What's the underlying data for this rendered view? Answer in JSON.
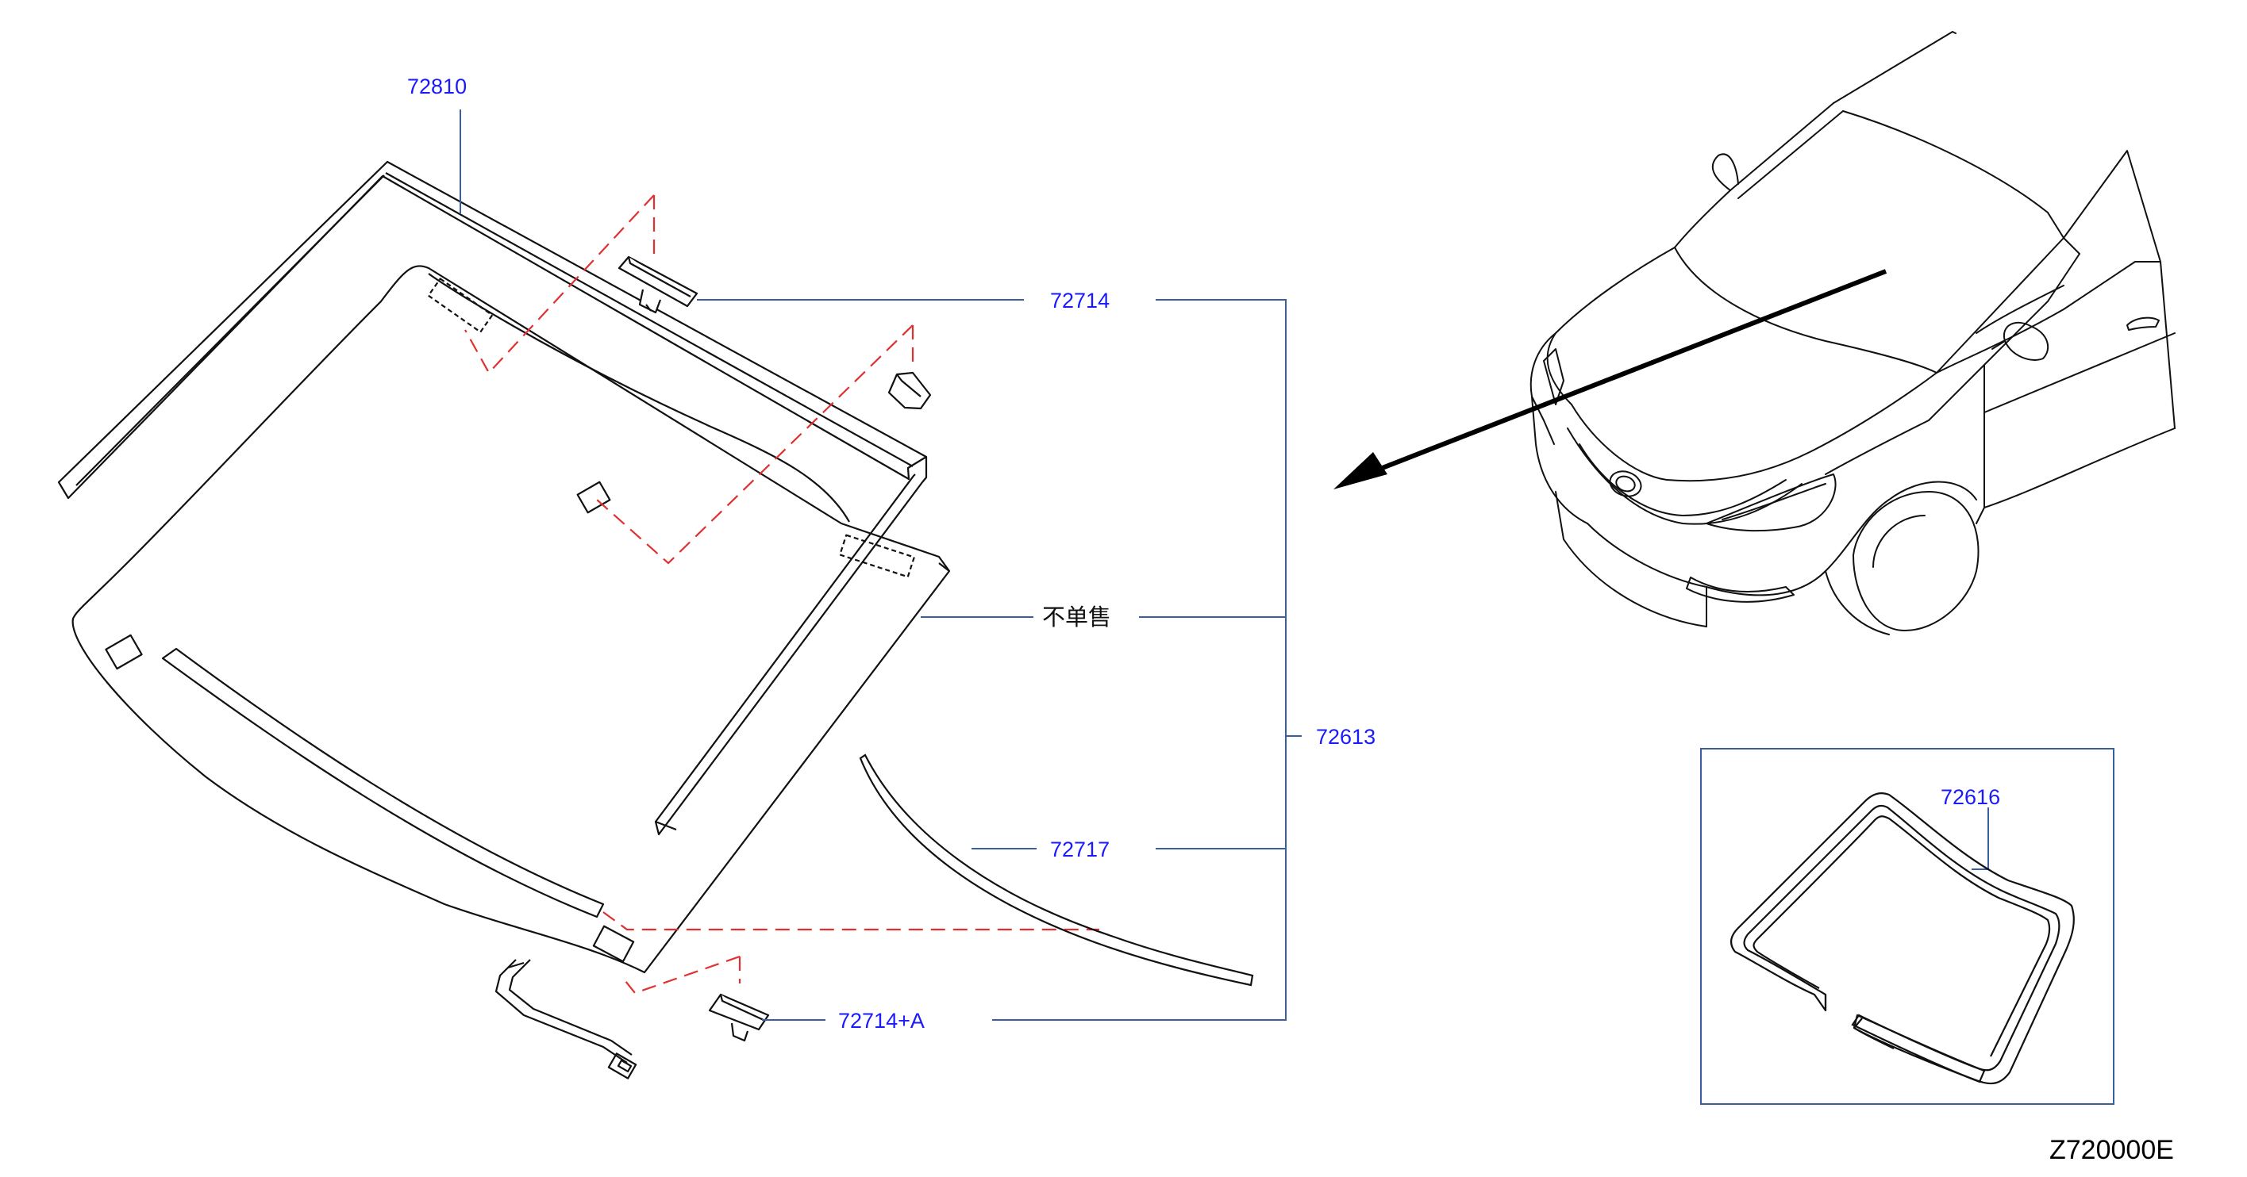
{
  "colors": {
    "callout_text": "#1a1aff",
    "leader_line": "#3a5fa0",
    "dashed_guide": "#e03030",
    "outline": "#111111",
    "background": "#ffffff"
  },
  "parts": {
    "windshield_molding_upper": "72810",
    "clip_upper": "72714",
    "not_sold_separately": "不单售",
    "windshield_glass_assembly": "72613",
    "side_molding": "72717",
    "clip_lower": "72714+A",
    "dam_rubber_kit": "72616"
  },
  "figure_code": "Z720000E"
}
